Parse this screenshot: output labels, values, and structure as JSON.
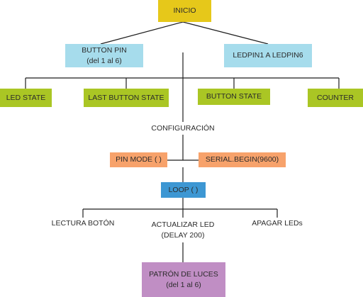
{
  "colors": {
    "yellow": "#e6c81a",
    "light_blue": "#a6dcec",
    "green": "#aac624",
    "orange": "#f7a26b",
    "blue": "#3d97d3",
    "purple": "#c08ec4",
    "line": "#1f1f1f"
  },
  "nodes": {
    "inicio": "INICIO",
    "button_pin": {
      "line1": "BUTTON PIN",
      "line2": "(del 1 al 6)"
    },
    "ledpin": "LEDPIN1 A LEDPIN6",
    "led_state": "LED STATE",
    "last_button_state": "LAST BUTTON STATE",
    "button_state": "BUTTON STATE",
    "counter": "COUNTER",
    "configuracion": "CONFIGURACIÓN",
    "pin_mode": "PIN MODE ( )",
    "serial_begin": "SERIAL.BEGIN(9600)",
    "loop": "LOOP ( )",
    "lectura_boton": "LECTURA BOTÓN",
    "actualizar_led": {
      "line1": "ACTUALIZAR LED",
      "line2": "(DELAY 200)"
    },
    "apagar_leds": "APAGAR LEDs",
    "patron_luces": {
      "line1": "PATRÓN DE LUCES",
      "line2": "(del 1 al 6)"
    }
  }
}
